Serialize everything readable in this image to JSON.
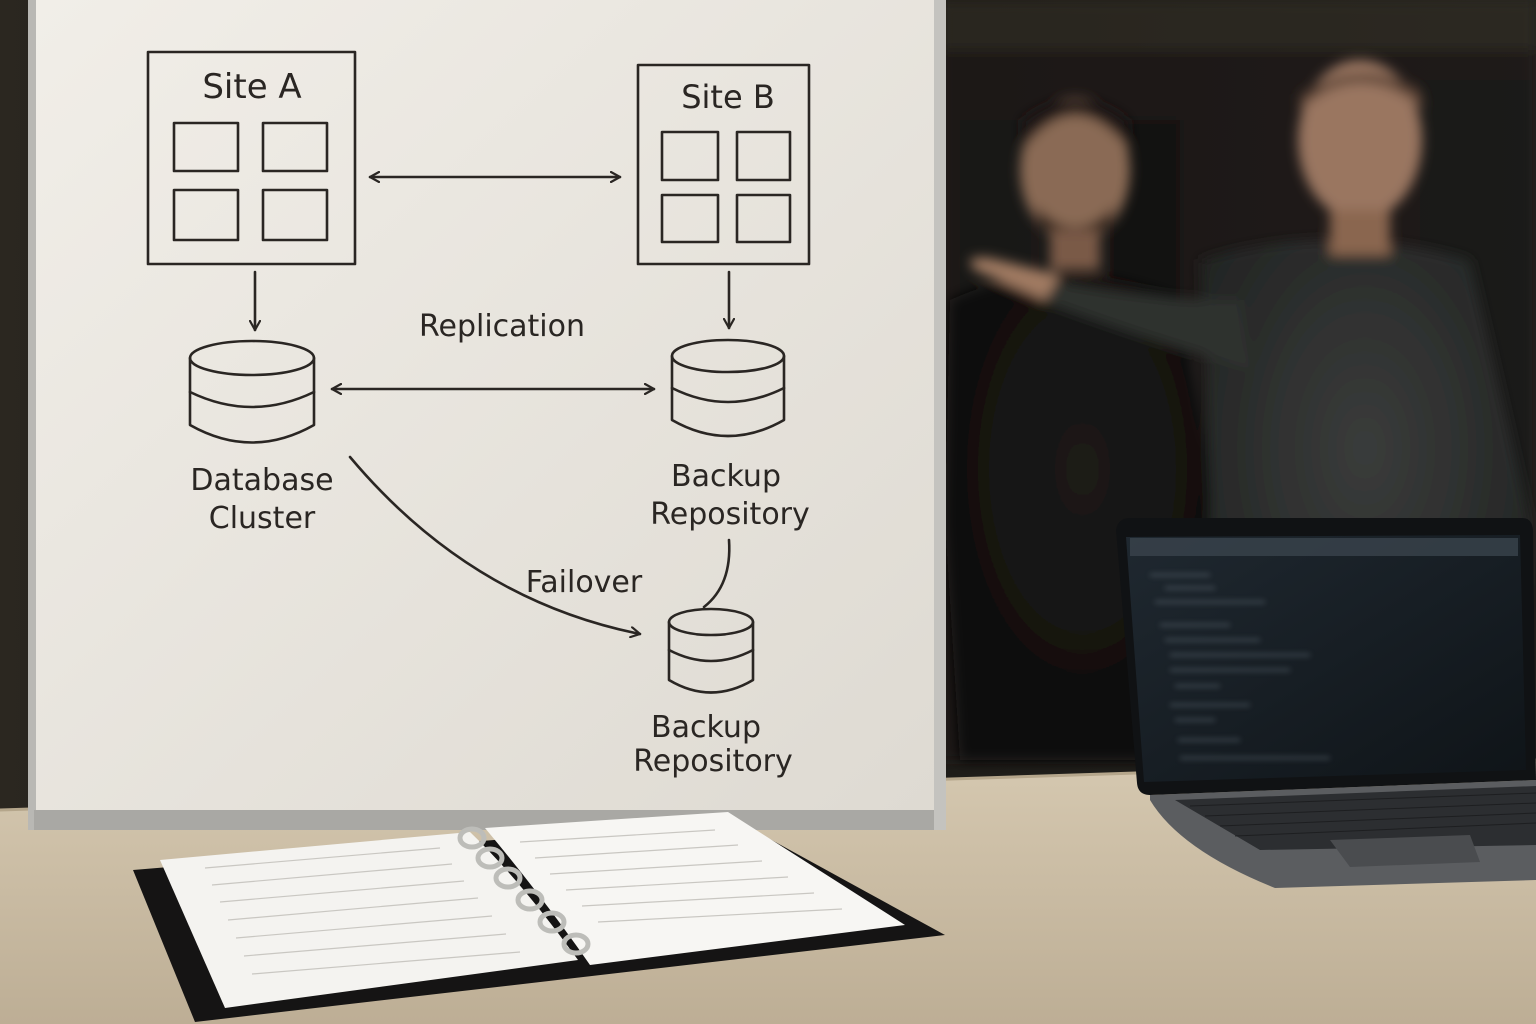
{
  "whiteboard": {
    "site_a": {
      "label": "Site A"
    },
    "site_b": {
      "label": "Site B"
    },
    "replication_label": "Replication",
    "failover_label": "Failover",
    "database_cluster": {
      "line1": "Database",
      "line2": "Cluster"
    },
    "backup_repository_1": {
      "line1": "Backup",
      "line2": "Repository"
    },
    "backup_repository_2": {
      "line1": "Backup",
      "line2": "Repository"
    }
  },
  "icons": [
    "database-icon",
    "server-rack-icon",
    "double-arrow-icon",
    "arrow-icon"
  ],
  "colors": {
    "whiteboard": "#ebe8e1",
    "marker_ink": "#2a2623",
    "desk": "#cdbfa6",
    "background_dark": "#16140f",
    "laptop_screen": "#1a2128"
  }
}
